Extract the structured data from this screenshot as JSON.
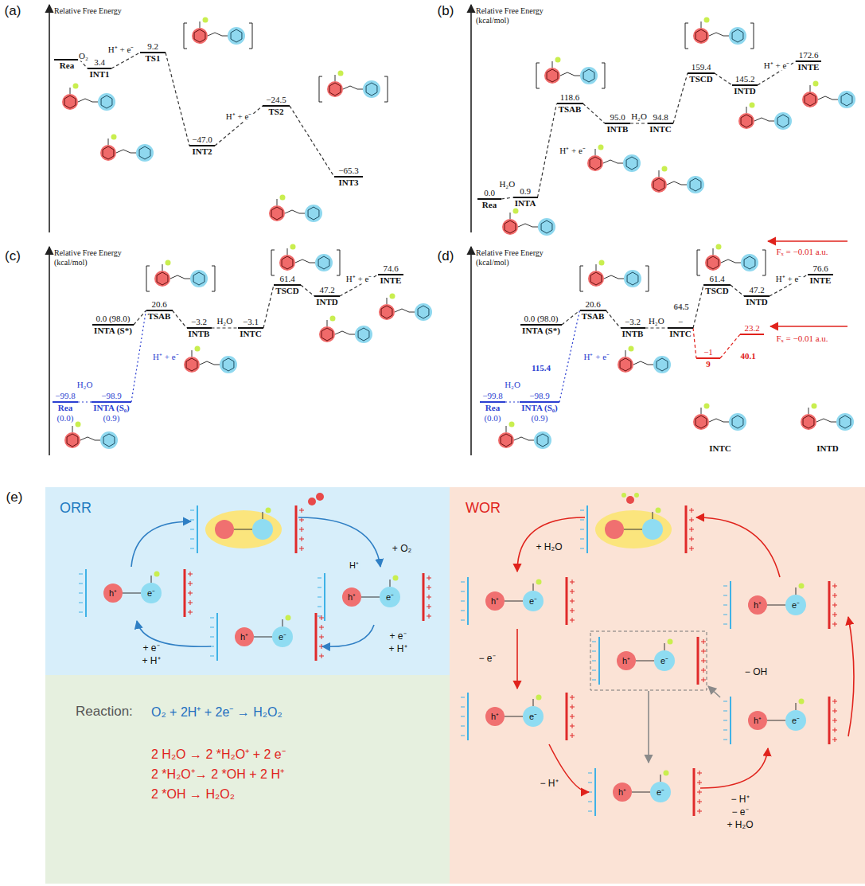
{
  "diagram": {
    "nodes": [
      {
        "text": [
          "Rea"
        ]
      },
      {
        "text": [
          "3.4",
          "INT1"
        ]
      },
      {
        "text": [
          "9.2",
          "TS1"
        ]
      },
      {
        "text": [
          "−47.0",
          "INT2"
        ]
      },
      {
        "text": [
          "−24.5",
          "TS2"
        ]
      },
      {
        "text": [
          "−65.3",
          "INT3"
        ]
      },
      {
        "text": [
          "0.0",
          "Rea"
        ]
      },
      {
        "text": [
          "0.9",
          "INTA"
        ]
      },
      {
        "text": [
          "118.6",
          "TSAB"
        ]
      },
      {
        "text": [
          "95.0",
          "INTB"
        ]
      },
      {
        "text": [
          "94.8",
          "INTC"
        ]
      },
      {
        "text": [
          "159.4",
          "TSCD"
        ]
      },
      {
        "text": [
          "145.2",
          "INTD"
        ]
      },
      {
        "text": [
          "172.6",
          "INTE"
        ]
      },
      {
        "text": [
          "−99.8",
          "Rea",
          "(0.0)"
        ]
      },
      {
        "text": [
          "−98.9",
          "INTA (S₀)",
          "(0.9)"
        ]
      },
      {
        "text": [
          "0.0 (98.0)",
          "INTA (S*)"
        ]
      },
      {
        "text": [
          "20.6",
          "TSAB"
        ]
      },
      {
        "text": [
          "−3.2",
          "INTB"
        ]
      },
      {
        "text": [
          "−3.1",
          "INTC"
        ]
      },
      {
        "text": [
          "61.4",
          "TSCD"
        ]
      },
      {
        "text": [
          "47.2",
          "INTD"
        ]
      },
      {
        "text": [
          "74.6",
          "INTE"
        ]
      },
      {
        "text": [
          "−99.8",
          "Rea",
          "(0.0)"
        ]
      },
      {
        "text": [
          "−98.9",
          "INTA (S₀)",
          "(0.9)"
        ]
      },
      {
        "text": [
          "0.0 (98.0)",
          "INTA (S*)"
        ]
      },
      {
        "text": [
          "20.6",
          "TSAB"
        ]
      },
      {
        "text": [
          "−3.2",
          "INTB"
        ]
      },
      {
        "text": [
          "−",
          "INTC"
        ]
      },
      {
        "text": [
          "−1",
          "9"
        ]
      },
      {
        "text": [
          "23.2"
        ]
      },
      {
        "text": [
          "61.4",
          "TSCD"
        ]
      },
      {
        "text": [
          "47.2",
          "INTD"
        ]
      },
      {
        "text": [
          "76.6",
          "INTE"
        ]
      },
      {
        "text": [
          "ORR"
        ]
      },
      {
        "text": [
          "WOR"
        ]
      },
      {
        "text": [
          "Reaction:",
          "O₂ + 2H⁺ + 2e⁻ → H₂O₂",
          "2 H₂O → 2 *H₂O⁺ + 2 e⁻",
          "2 *H₂O⁺→ 2 *OH + 2 H⁺",
          "2 *OH → H₂O₂"
        ]
      }
    ],
    "edges": [
      {
        "from": 0,
        "to": 1,
        "arrow": "none",
        "label": "O₂"
      },
      {
        "from": 1,
        "to": 2,
        "arrow": "none",
        "label": "H⁺ + e⁻"
      },
      {
        "from": 2,
        "to": 3,
        "arrow": "none"
      },
      {
        "from": 3,
        "to": 4,
        "arrow": "none",
        "label": "H⁺ + e⁻"
      },
      {
        "from": 4,
        "to": 5,
        "arrow": "none"
      },
      {
        "from": 6,
        "to": 7,
        "arrow": "none",
        "label": "H₂O"
      },
      {
        "from": 7,
        "to": 8,
        "arrow": "none",
        "label": "H⁺ + e⁻"
      },
      {
        "from": 8,
        "to": 9,
        "arrow": "none"
      },
      {
        "from": 9,
        "to": 10,
        "arrow": "none",
        "label": "H₂O"
      },
      {
        "from": 10,
        "to": 11,
        "arrow": "none"
      },
      {
        "from": 11,
        "to": 12,
        "arrow": "none"
      },
      {
        "from": 12,
        "to": 13,
        "arrow": "none",
        "label": "H⁺ + e⁻"
      },
      {
        "from": 14,
        "to": 15,
        "arrow": "none",
        "label": "H₂O"
      },
      {
        "from": 15,
        "to": 17,
        "arrow": "none",
        "label": "H⁺ + e⁻"
      },
      {
        "from": 16,
        "to": 17,
        "arrow": "none"
      },
      {
        "from": 17,
        "to": 18,
        "arrow": "none"
      },
      {
        "from": 18,
        "to": 19,
        "arrow": "none",
        "label": "H₂O"
      },
      {
        "from": 19,
        "to": 20,
        "arrow": "none"
      },
      {
        "from": 20,
        "to": 21,
        "arrow": "none"
      },
      {
        "from": 21,
        "to": 22,
        "arrow": "none",
        "label": "H⁺ + e⁻"
      },
      {
        "from": 23,
        "to": 24,
        "arrow": "none",
        "label": "H₂O"
      },
      {
        "from": 24,
        "to": 26,
        "arrow": "none",
        "label": "H⁺ + e⁻"
      },
      {
        "from": 25,
        "to": 26,
        "arrow": "none"
      },
      {
        "from": 26,
        "to": 27,
        "arrow": "none"
      },
      {
        "from": 27,
        "to": 28,
        "arrow": "none",
        "label": "H₂O"
      },
      {
        "from": 28,
        "to": 31,
        "arrow": "none"
      },
      {
        "from": 31,
        "to": 32,
        "arrow": "none"
      },
      {
        "from": 32,
        "to": 33,
        "arrow": "none",
        "label": "H⁺ + e⁻"
      },
      {
        "from": 28,
        "to": 29,
        "arrow": "none"
      },
      {
        "from": 29,
        "to": 30,
        "arrow": "none"
      }
    ],
    "labels": [
      "(a)",
      "(b)",
      "(c)",
      "(d)",
      "(e)",
      "Relative Free Energy",
      "Relative Free Energy",
      "(kcal/mol)",
      "Relative Free Energy",
      "(kcal/mol)",
      "Relative Free Energy",
      "(kcal/mol)",
      "115.4",
      "64.5",
      "40.1",
      "Fₓ = −0.01 a.u.",
      "Fₓ = −0.01 a.u.",
      "INTC",
      "INTD",
      "+ O₂",
      "+ e⁻",
      "+ H⁺",
      "+ e⁻",
      "+ H⁺",
      "H⁺",
      "h⁺",
      "e⁻",
      "h⁺",
      "e⁻",
      "h⁺",
      "e⁻",
      "+ H₂O",
      "− e⁻",
      "− H⁺",
      "− H⁺",
      "− e⁻",
      "+ H₂O",
      "− OH",
      "h⁺",
      "e⁻",
      "h⁺",
      "e⁻",
      "h⁺",
      "e⁻",
      "h⁺",
      "e⁻",
      "h⁺",
      "e⁻",
      "h⁺",
      "e⁻"
    ]
  }
}
